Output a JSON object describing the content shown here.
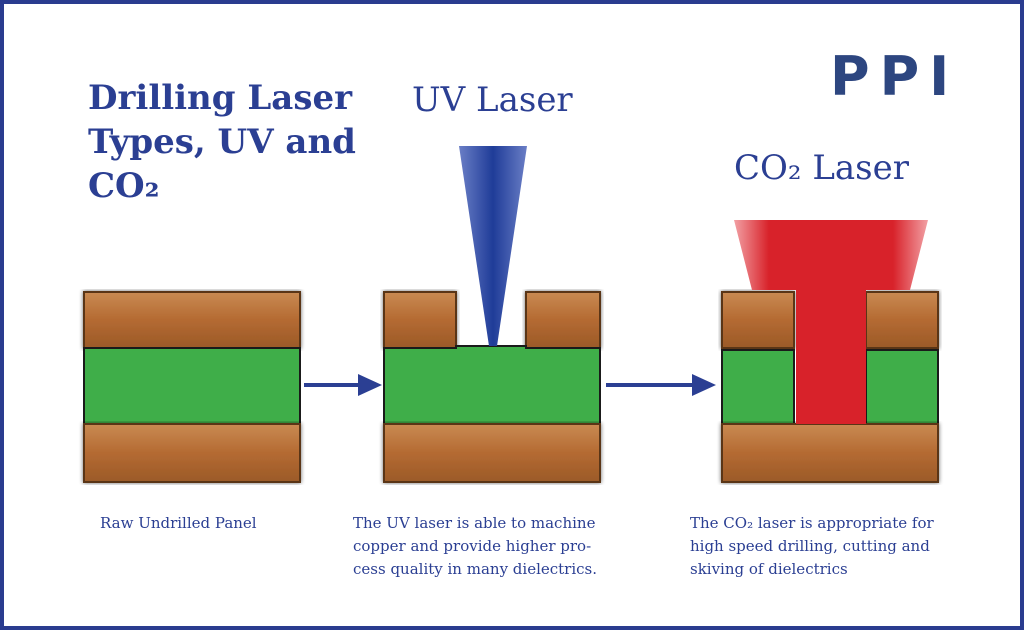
{
  "main_title": {
    "line1": "Drilling Laser",
    "line2": "Types, UV and",
    "line3": "CO₂"
  },
  "logo": "PPI",
  "uv_title": "UV Laser",
  "co2_title": "CO₂ Laser",
  "captions": {
    "raw": [
      "Raw Undrilled Panel"
    ],
    "uv": [
      "The UV laser is able to machine",
      "copper and provide higher pro-",
      "cess quality in many dielectrics."
    ],
    "co2": [
      "The CO₂ laser is appropriate for",
      "high speed drilling, cutting and",
      "skiving of dielectrics"
    ]
  },
  "colors": {
    "copper": "#b46a32",
    "copper_edge": "#4a2a12",
    "dielectric": "#3fae49",
    "uv_beam": "#25429a",
    "co2_beam": "#d8222a",
    "arrow": "#2b3f93",
    "text": "#2b3f93",
    "border": "#2a3c8f"
  },
  "icons": [
    "arrow-right-icon",
    "arrow-right-icon"
  ]
}
